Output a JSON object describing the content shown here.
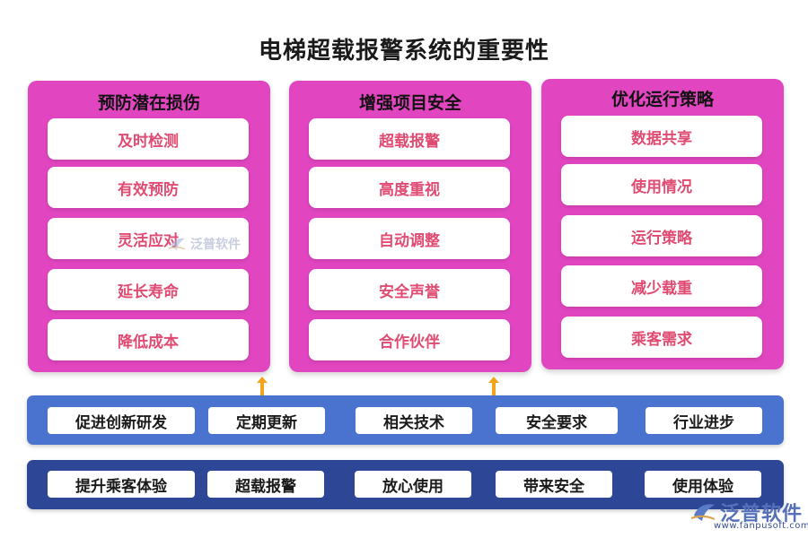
{
  "title": "电梯超载报警系统的重要性",
  "columns": [
    {
      "heading": "预防潜在损伤",
      "items": [
        "及时检测",
        "有效预防",
        "灵活应对",
        "延长寿命",
        "降低成本"
      ]
    },
    {
      "heading": "增强项目安全",
      "items": [
        "超载报警",
        "高度重视",
        "自动调整",
        "安全声誉",
        "合作伙伴"
      ]
    },
    {
      "heading": "优化运行策略",
      "items": [
        "数据共享",
        "使用情况",
        "运行策略",
        "减少载重",
        "乘客需求"
      ]
    }
  ],
  "band1": [
    "促进创新研发",
    "定期更新",
    "相关技术",
    "安全要求",
    "行业进步"
  ],
  "band2": [
    "提升乘客体验",
    "超载报警",
    "放心使用",
    "带来安全",
    "使用体验"
  ],
  "watermark": {
    "brand": "泛普软件",
    "url": "www.fanpusoft.com"
  },
  "colors": {
    "panel": "#e146c0",
    "item_text": "#e04b72",
    "band1": "#4a72cf",
    "band2": "#2d4796",
    "arrow": "#f2a41c"
  }
}
